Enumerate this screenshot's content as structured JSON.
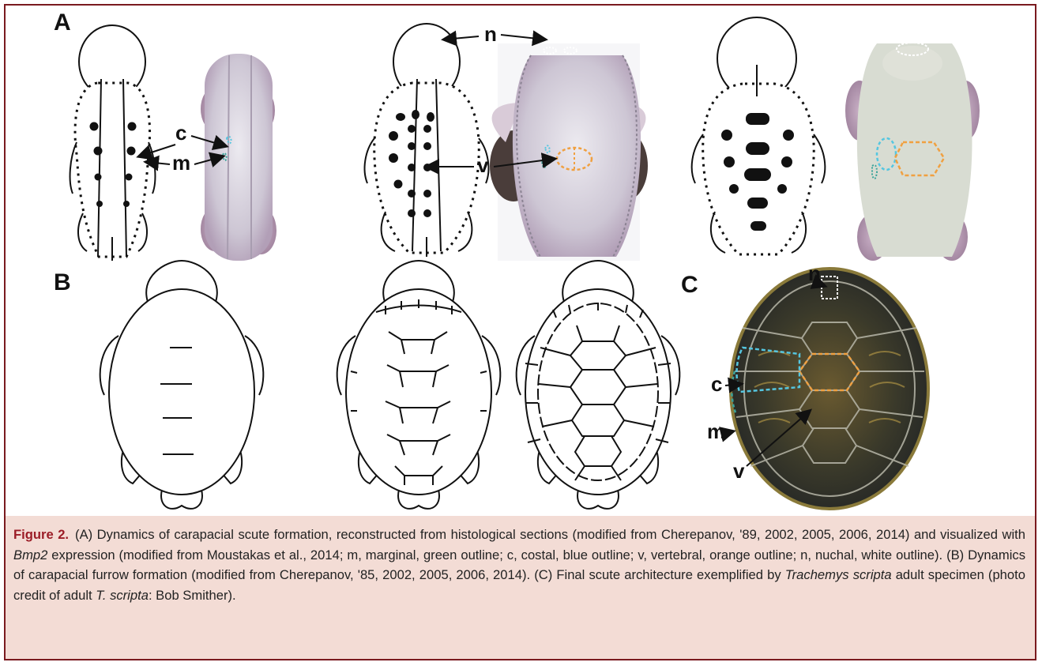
{
  "panels": {
    "a": "A",
    "b": "B",
    "c": "C"
  },
  "annotations": {
    "c": "c",
    "m": "m",
    "n": "n",
    "v": "v"
  },
  "photos": {
    "embryo_1": "embryo-photo",
    "embryo_2": "embryo-photo",
    "embryo_3": "embryo-photo",
    "adult": "trachemys-scripta-adult-photo"
  },
  "colors": {
    "border": "#7a1a1f",
    "caption_bg": "#f3dcd5",
    "figure_label": "#9b1c26",
    "marginal_outline": "#3aa39a",
    "costal_outline": "#55c6e0",
    "vertebral_outline": "#f0a040",
    "nuchal_outline": "#ffffff"
  },
  "caption": {
    "label": "Figure 2.",
    "t1": "(A) Dynamics of carapacial scute formation, reconstructed from histological sections (modified from Cherepanov, '89, 2002, 2005, 2006, 2014) and visualized with ",
    "gene": "Bmp2",
    "t2": " expression (modified from Moustakas et al., 2014; m, marginal, green outline; c, costal, blue outline; v, vertebral, orange outline; n, nuchal, white outline). (B) Dynamics of carapacial furrow formation (modified from Cherepanov, '85, 2002, 2005, 2006, 2014). (C) Final scute architecture exemplified by ",
    "species": "Trachemys scripta",
    "t3": " adult specimen (photo credit of adult ",
    "species_short": "T. scripta",
    "t4": ": Bob Smither)."
  }
}
